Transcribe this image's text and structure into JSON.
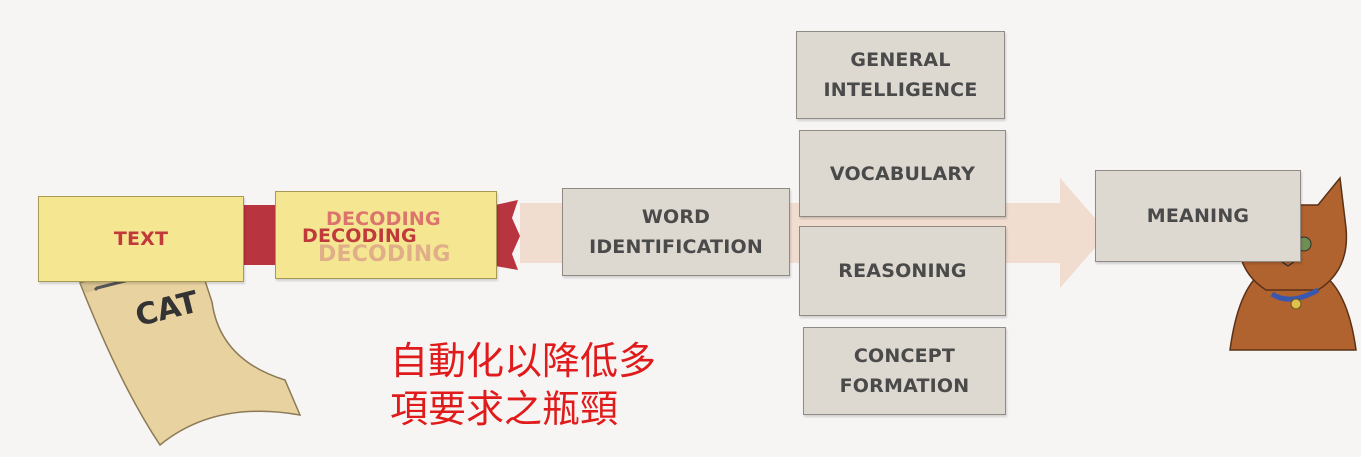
{
  "diagram": {
    "text_box": "TEXT",
    "decoding_box": "DECODING",
    "word_identification": [
      "WORD",
      "IDENTIFICATION"
    ],
    "general_intelligence": [
      "GENERAL",
      "INTELLIGENCE"
    ],
    "vocabulary": "VOCABULARY",
    "reasoning": "REASONING",
    "concept_formation": [
      "CONCEPT",
      "FORMATION"
    ],
    "meaning": "MEANING",
    "paper_word": "CAT"
  },
  "annotation": {
    "line1": "自動化以降低多",
    "line2": "項要求之瓶頸"
  },
  "colors": {
    "gray_box": "#ddd8d0",
    "yellow_box": "#f5e792",
    "maroon_band": "#b8343f",
    "light_arrow": "#f0ddd0",
    "red_text": "#c0393b",
    "annotation_red": "#e01b1b"
  }
}
